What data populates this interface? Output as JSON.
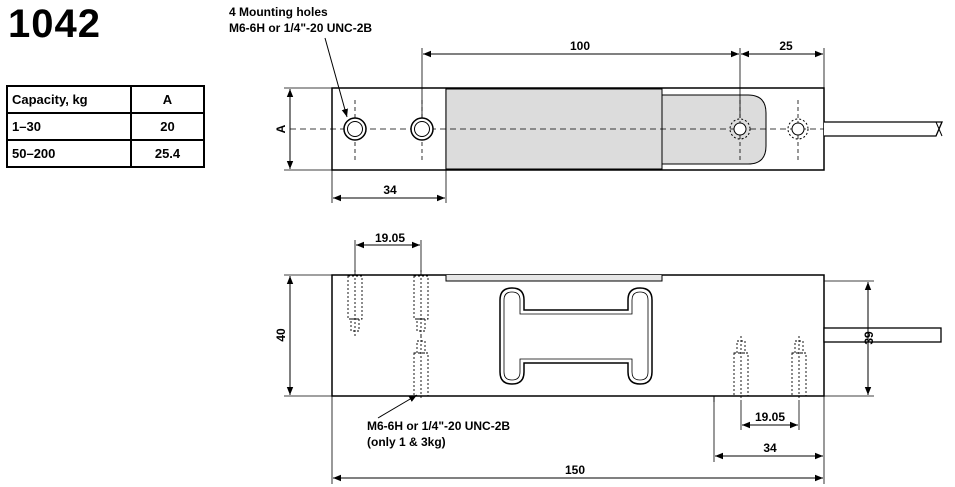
{
  "model": "1042",
  "capacity_table": {
    "headers": [
      "Capacity, kg",
      "A"
    ],
    "rows": [
      {
        "capacity": "1–30",
        "a": "20"
      },
      {
        "capacity": "50–200",
        "a": "25.4"
      }
    ]
  },
  "top_view": {
    "note_line1": "4 Mounting holes",
    "note_line2": "M6-6H or 1/4\"-20 UNC-2B",
    "dim_100": "100",
    "dim_25": "25",
    "dim_a": "A",
    "dim_34": "34"
  },
  "side_view": {
    "dim_19_05_top": "19.05",
    "dim_40": "40",
    "dim_39": "39",
    "note_line1": "M6-6H or 1/4\"-20 UNC-2B",
    "note_line2": "(only 1 & 3kg)",
    "dim_19_05_bottom": "19.05",
    "dim_34": "34",
    "dim_150": "150"
  }
}
